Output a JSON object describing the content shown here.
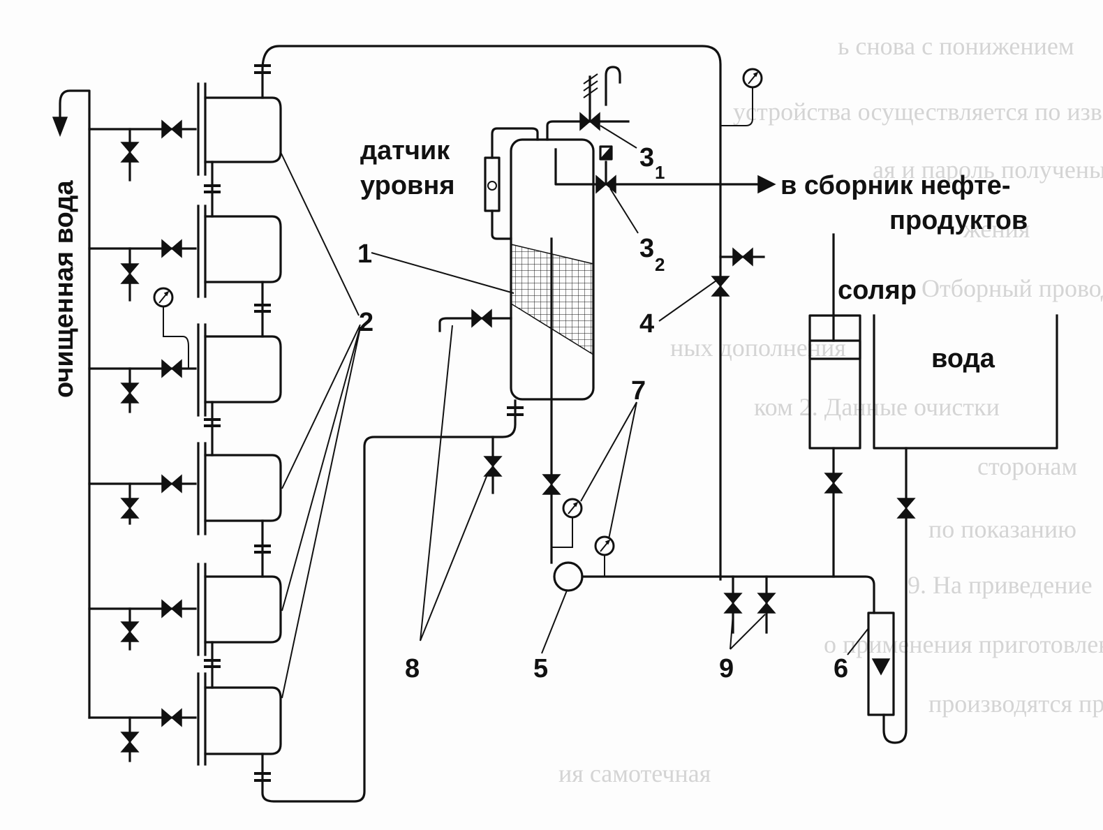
{
  "labels": {
    "treated_water": "очищенная вода",
    "level_sensor_line1": "датчик",
    "level_sensor_line2": "уровня",
    "collector_line1": "в сборник нефте-",
    "collector_line2": "продуктов",
    "diesel": "соляр",
    "water": "вода"
  },
  "callouts": {
    "n1": "1",
    "n2": "2",
    "n3a": "3",
    "n3a_sub": "1",
    "n3b": "3",
    "n3b_sub": "2",
    "n4": "4",
    "n5": "5",
    "n6": "6",
    "n7": "7",
    "n8": "8",
    "n9": "9"
  },
  "background_text": [
    "ь снова с понижением",
    "устройства осуществляется по известной",
    "ая и пароль получены",
    "жения",
    "Отборный проводил",
    "ных дополнения",
    "ком 2. Данные очистки",
    "сторонам",
    "по показанию",
    "9. На приведение",
    "о применения приготовление",
    "производятся при",
    "ия самотечная"
  ]
}
